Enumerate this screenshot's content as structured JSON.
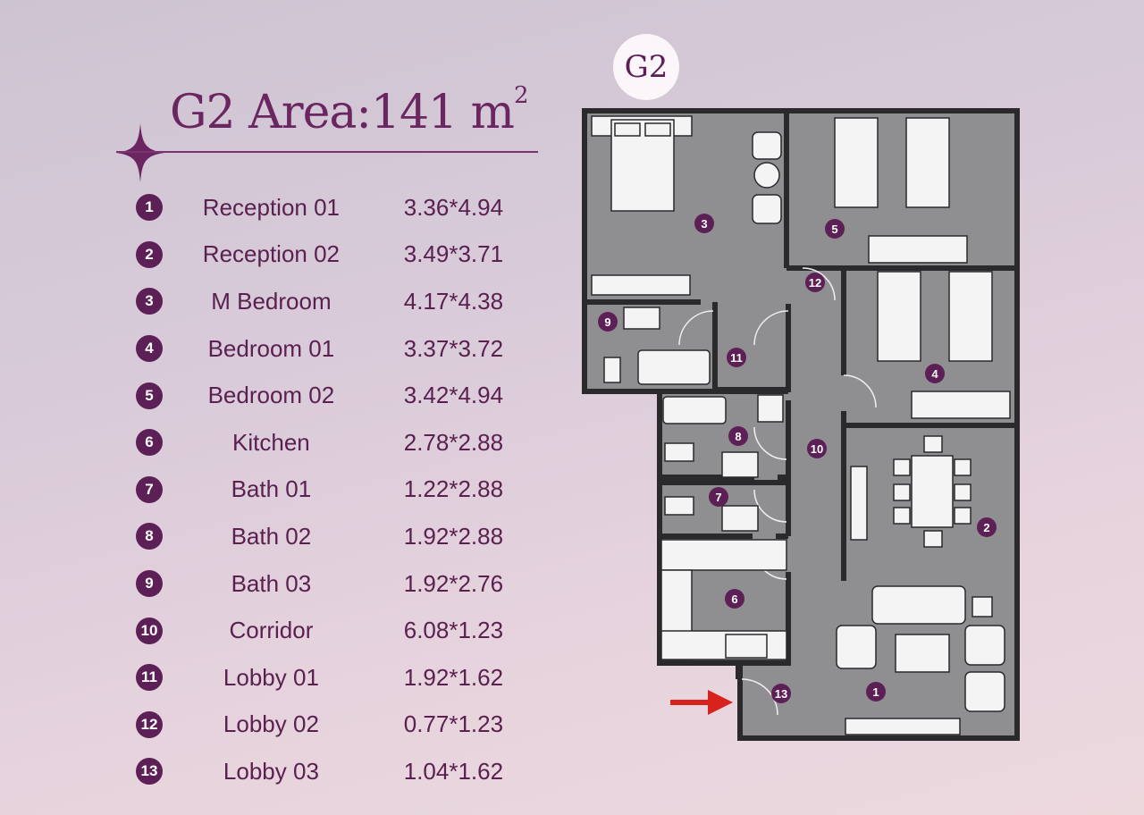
{
  "unit_badge": "G2",
  "heading": {
    "unit": "G2",
    "area_label": "Area:",
    "area_value": "141 m",
    "area_sup": "2"
  },
  "rooms": [
    {
      "num": "1",
      "name": "Reception 01",
      "dims": "3.36*4.94"
    },
    {
      "num": "2",
      "name": "Reception 02",
      "dims": "3.49*3.71"
    },
    {
      "num": "3",
      "name": "M Bedroom",
      "dims": "4.17*4.38"
    },
    {
      "num": "4",
      "name": "Bedroom 01",
      "dims": "3.37*3.72"
    },
    {
      "num": "5",
      "name": "Bedroom 02",
      "dims": "3.42*4.94"
    },
    {
      "num": "6",
      "name": "Kitchen",
      "dims": "2.78*2.88"
    },
    {
      "num": "7",
      "name": "Bath 01",
      "dims": "1.22*2.88"
    },
    {
      "num": "8",
      "name": "Bath 02",
      "dims": "1.92*2.88"
    },
    {
      "num": "9",
      "name": "Bath 03",
      "dims": "1.92*2.76"
    },
    {
      "num": "10",
      "name": "Corridor",
      "dims": "6.08*1.23"
    },
    {
      "num": "11",
      "name": "Lobby 01",
      "dims": "1.92*1.62"
    },
    {
      "num": "12",
      "name": "Lobby 02",
      "dims": "0.77*1.23"
    },
    {
      "num": "13",
      "name": "Lobby 03",
      "dims": "1.04*1.62"
    }
  ],
  "plan_labels": [
    "1",
    "2",
    "3",
    "4",
    "5",
    "6",
    "7",
    "8",
    "9",
    "10",
    "11",
    "12",
    "13"
  ],
  "colors": {
    "accent": "#5c1f56",
    "floor": "#8f8f91",
    "wall": "#2a2a2c",
    "arrow": "#d8221d"
  }
}
